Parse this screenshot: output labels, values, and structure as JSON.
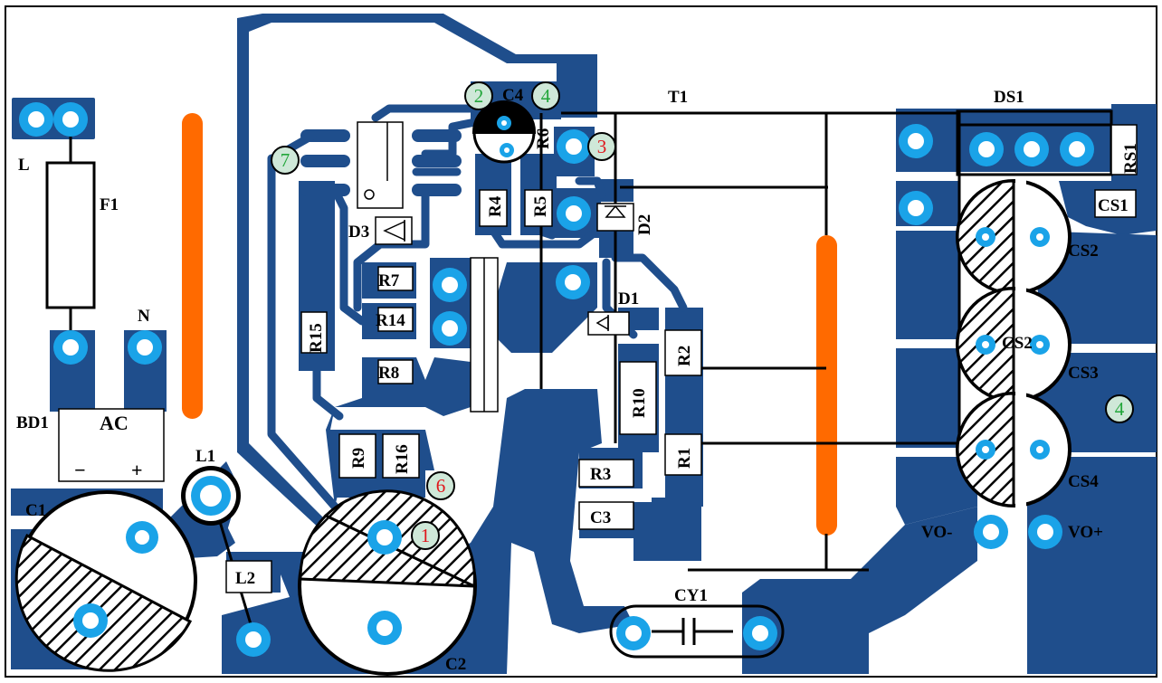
{
  "colors": {
    "copper": "#1f4e8c",
    "pad_ring": "#1aa3e8",
    "heatsink": "#ff6a00",
    "outline": "#000000",
    "marker_fill": "#cfe8d8",
    "marker_green": "#22a63a",
    "marker_red": "#e0161b"
  },
  "components": {
    "L": "L",
    "F1": "F1",
    "N": "N",
    "BD1": "BD1",
    "AC": "AC",
    "minus": "−",
    "plus": "+",
    "C1": "C1",
    "L1": "L1",
    "L2": "L2",
    "C2": "C2",
    "R9": "R9",
    "R16": "R16",
    "R15": "R15",
    "R7": "R7",
    "R14": "R14",
    "R8": "R8",
    "D3": "D3",
    "C4": "C4",
    "R6": "R6",
    "R4": "R4",
    "R5": "R5",
    "D2": "D2",
    "D1": "D1",
    "R10": "R10",
    "R2": "R2",
    "R1": "R1",
    "R3": "R3",
    "C3": "C3",
    "T1": "T1",
    "CY1": "CY1",
    "DS1": "DS1",
    "RS1": "RS1",
    "CS1": "CS1",
    "CS2": "CS2",
    "CS3": "CS3",
    "CS4": "CS4",
    "CS2b": "CS2",
    "VOminus": "VO-",
    "VOplus": "VO+"
  },
  "markers": {
    "m2": "2",
    "m4a": "4",
    "m3": "3",
    "m7": "7",
    "m6": "6",
    "m1": "1",
    "m4b": "4"
  }
}
